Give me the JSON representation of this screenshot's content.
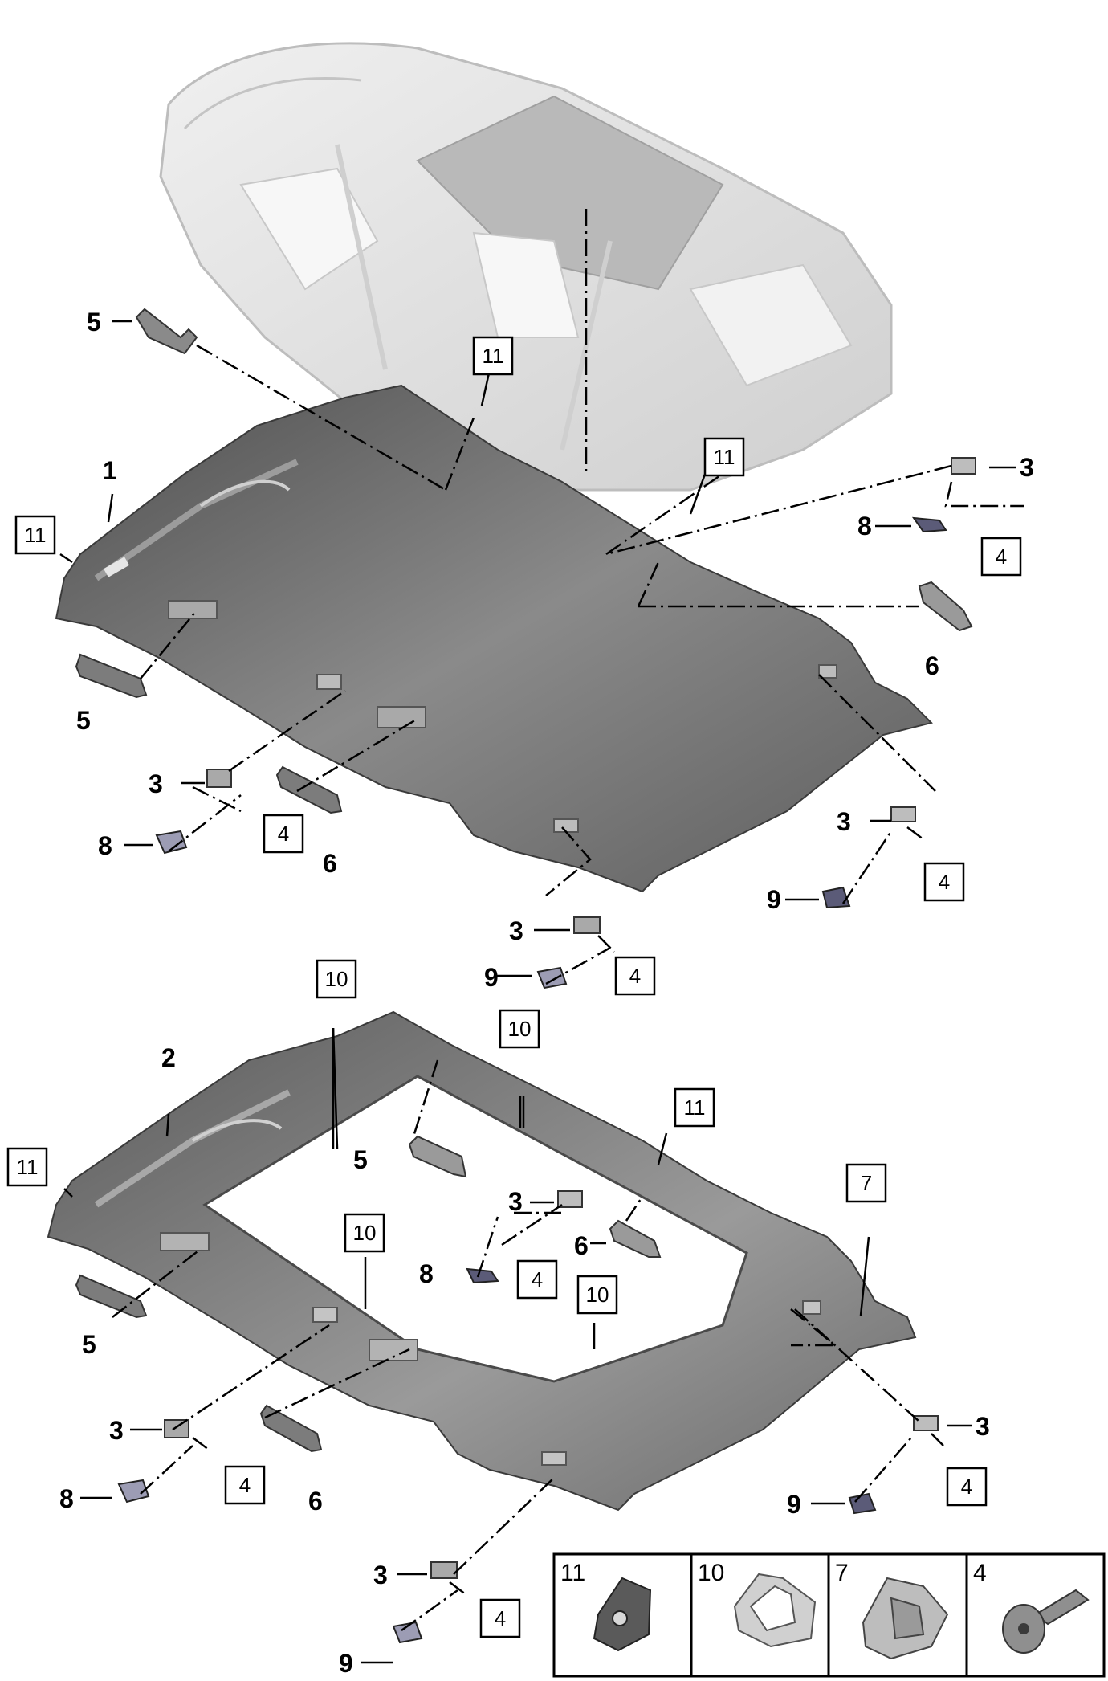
{
  "callouts_top": [
    "5",
    "1",
    "11",
    "5",
    "3",
    "8",
    "6",
    "3",
    "8",
    "4",
    "6",
    "3",
    "9",
    "3",
    "9"
  ],
  "boxes_top": [
    "11",
    "11",
    "4",
    "4",
    "4",
    "4"
  ],
  "callouts_bottom": [
    "2",
    "5",
    "3",
    "8",
    "6",
    "5",
    "3",
    "8",
    "6",
    "3",
    "9",
    "3",
    "9"
  ],
  "boxes_bottom": [
    "10",
    "10",
    "11",
    "7",
    "11",
    "10",
    "10",
    "4",
    "4",
    "4",
    "4"
  ],
  "legend": [
    "11",
    "10",
    "7",
    "4"
  ],
  "colors": {
    "headliner": "#6e6e6e",
    "body": "#e4e4e4",
    "clip": "#8f8f9c"
  }
}
